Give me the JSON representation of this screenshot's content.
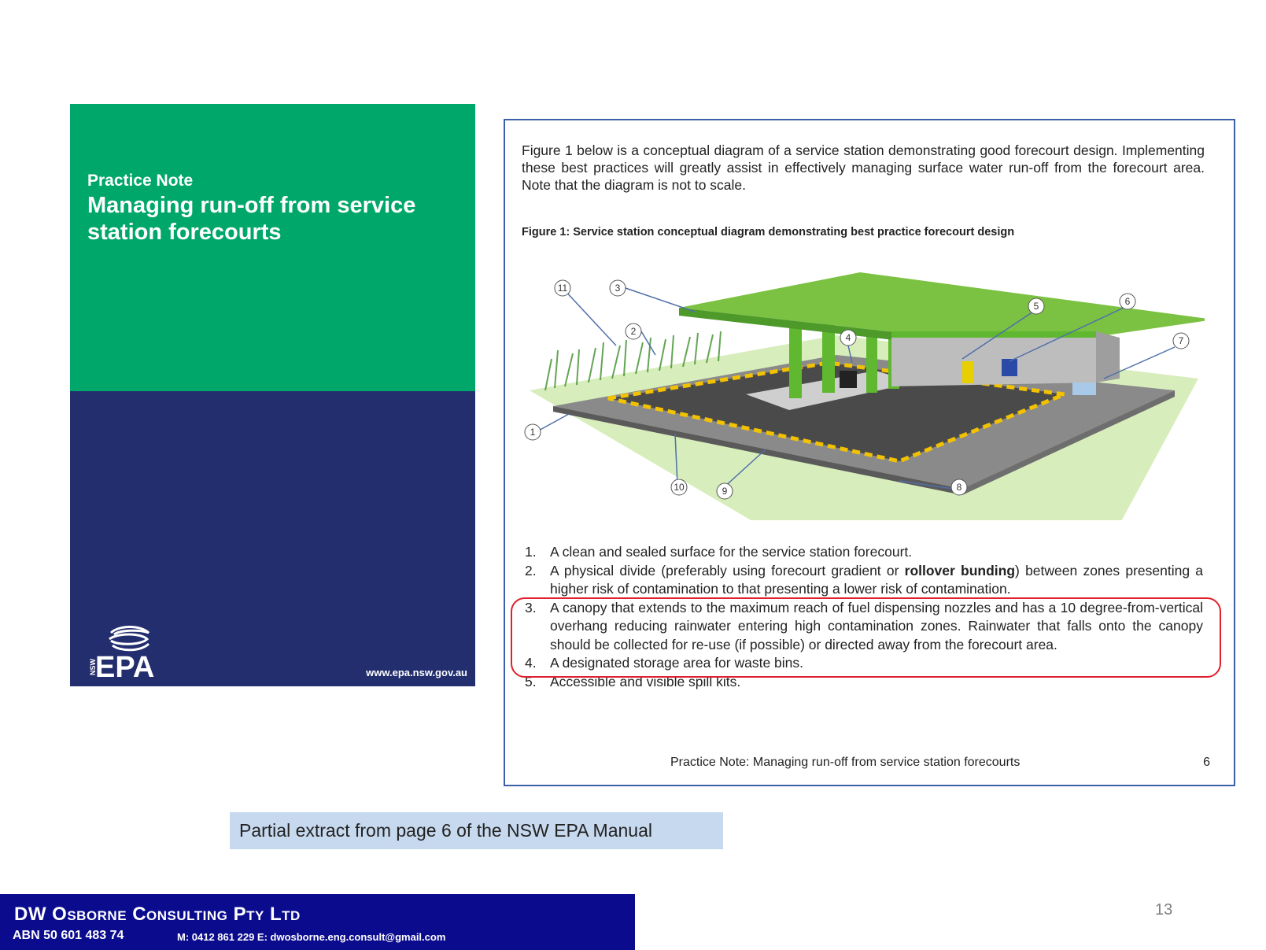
{
  "cover": {
    "kicker": "Practice Note",
    "title": "Managing run-off from service station forecourts",
    "logo_text": "EPA",
    "logo_small": "NSW",
    "url": "www.epa.nsw.gov.au"
  },
  "document": {
    "intro": "Figure 1 below is a conceptual diagram of a service station demonstrating good forecourt design. Implementing these best practices will greatly assist in effectively managing surface water run-off from the forecourt area. Note that the diagram is not to scale.",
    "figure_caption": "Figure 1: Service station conceptual diagram demonstrating best practice forecourt design",
    "callouts": [
      "1",
      "2",
      "3",
      "4",
      "5",
      "6",
      "7",
      "8",
      "9",
      "10",
      "11"
    ],
    "list": [
      {
        "num": "1.",
        "text": "A clean and sealed surface for the service station forecourt."
      },
      {
        "num": "2.",
        "pre": "A physical divide (preferably using forecourt gradient or ",
        "bold": "rollover bunding",
        "post": ") between zones presenting a higher risk of contamination to that presenting a lower risk of contamination."
      },
      {
        "num": "3.",
        "text": "A canopy that extends to the maximum reach of fuel dispensing nozzles and has a 10 degree-from-vertical overhang reducing rainwater entering high contamination zones. Rainwater that falls onto the canopy should be collected for re-use (if possible) or directed away from the forecourt area."
      },
      {
        "num": "4.",
        "text": "A designated storage area for waste bins."
      },
      {
        "num": "5.",
        "text": "Accessible and visible spill kits."
      }
    ],
    "footer": "Practice Note: Managing run-off from service station forecourts",
    "page_number": "6"
  },
  "caption": "Partial extract from page 6 of the NSW EPA Manual",
  "brand": {
    "name": "DW Osborne Consulting Pty Ltd",
    "abn": "ABN 50 601 483 74",
    "contact": "M: 0412 861 229  E: dwosborne.eng.consult@gmail.com"
  },
  "slide_number": "13"
}
